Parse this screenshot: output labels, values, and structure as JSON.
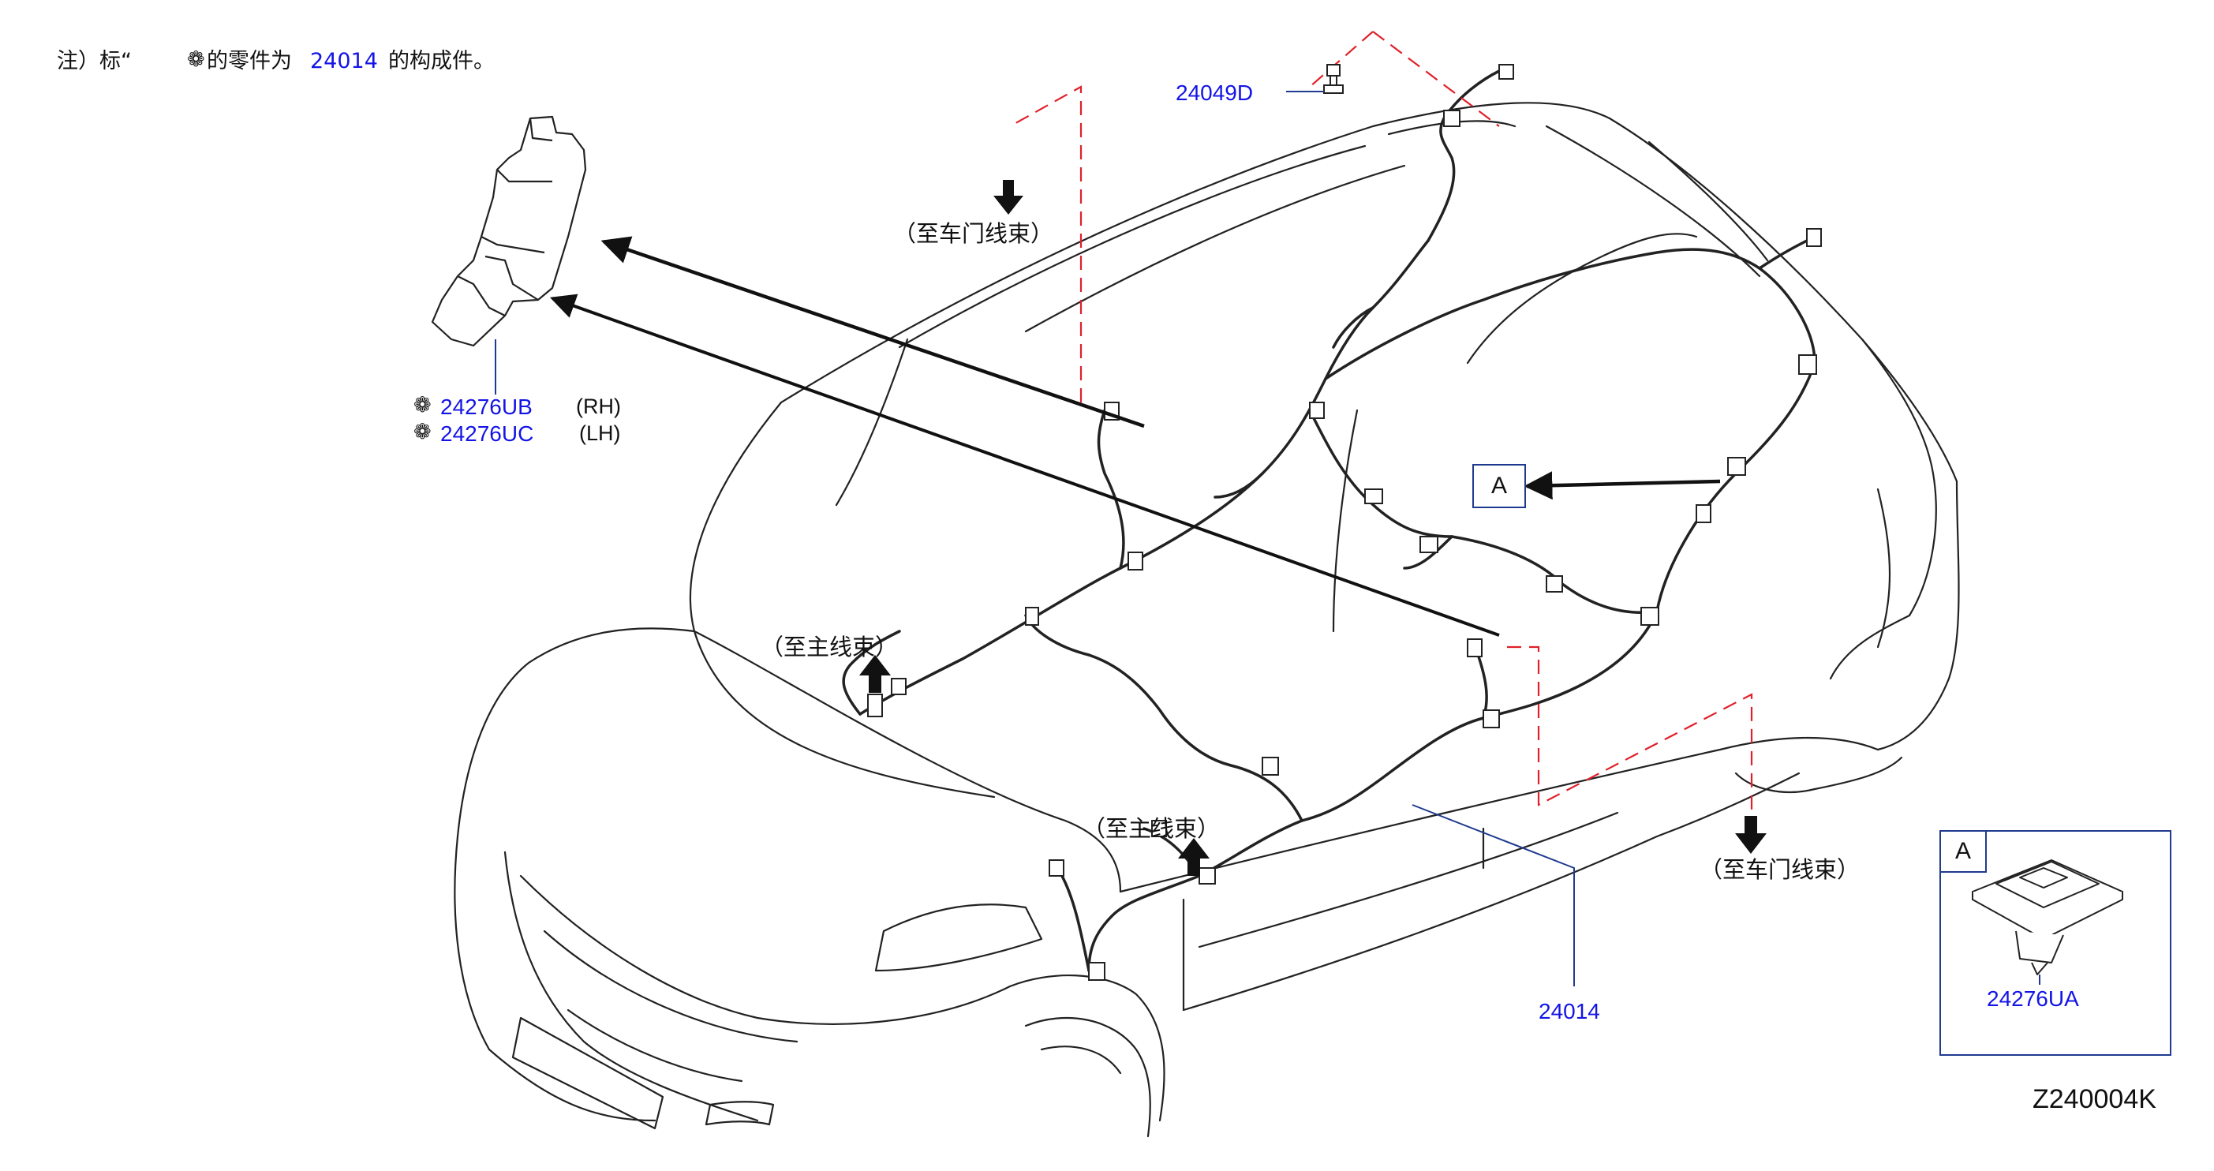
{
  "note": {
    "prefix": "注）标“",
    "mid": "的零件为",
    "part": "24014",
    "suffix": "的构成件。"
  },
  "parts": {
    "clip_top": "24049D",
    "bracket_rh": "24276UB",
    "bracket_lh": "24276UC",
    "rh": "(RH)",
    "lh": "(LH)",
    "main_harness": "24014",
    "clip_detail": "24276UA"
  },
  "labels": {
    "to_door_upper": "（至车门线束）",
    "to_main_left": "（至主线束）",
    "to_main_center": "（至主线束）",
    "to_door_right": "（至车门线束）"
  },
  "callouts": {
    "a_main": "A",
    "a_detail": "A"
  },
  "diagram_code": "Z240004K",
  "colors": {
    "part_number": "#1414e6",
    "leader": "#1f3a8f",
    "dash": "#e0202a",
    "line": "#111111"
  },
  "icons": {
    "component_mark": "asterisk-flower-icon"
  }
}
